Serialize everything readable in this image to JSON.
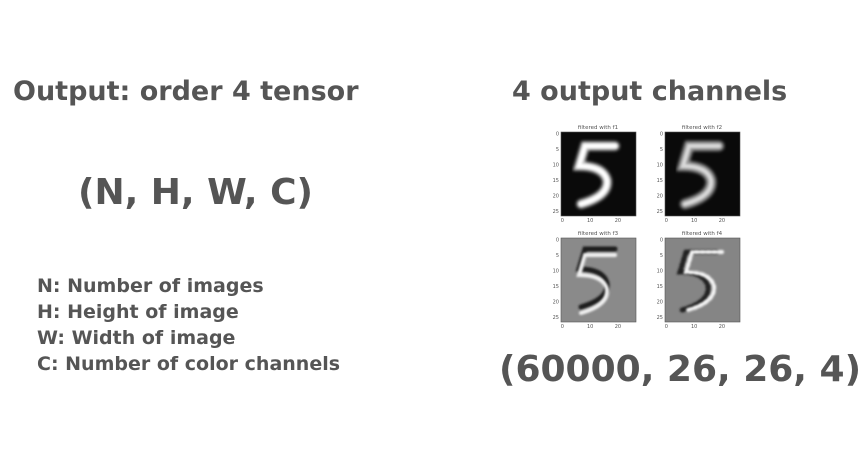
{
  "left_title": "Output: order 4 tensor",
  "right_title": "4 output channels",
  "shape_formula": "(N, H, W, C)",
  "legend": [
    "N: Number of images",
    "H: Height of image",
    "W: Width of image",
    "C: Number of color channels"
  ],
  "output_shape": "(60000, 26, 26, 4)",
  "filters": {
    "panels": [
      {
        "title": "filtered with f1",
        "style": "dark"
      },
      {
        "title": "filtered with f2",
        "style": "dark"
      },
      {
        "title": "filtered with f3",
        "style": "gray"
      },
      {
        "title": "filtered with f4",
        "style": "gray"
      }
    ],
    "y_ticks": [
      "0",
      "5",
      "10",
      "15",
      "20",
      "25"
    ],
    "x_ticks": [
      "0",
      "10",
      "20"
    ]
  }
}
